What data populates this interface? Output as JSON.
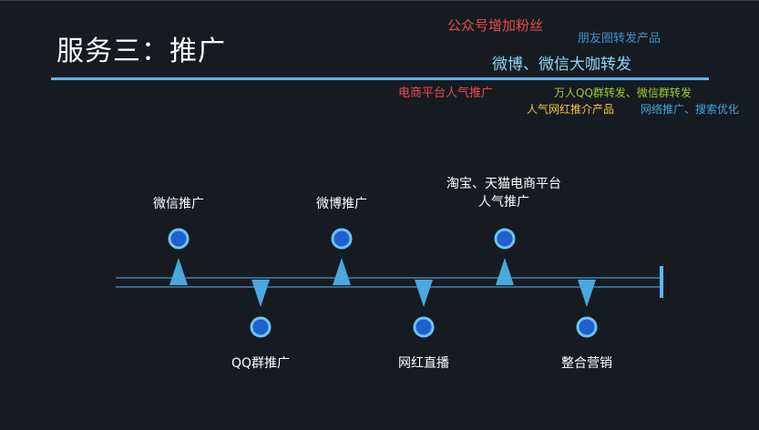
{
  "slide": {
    "title": "服务三：推广",
    "accent": "#5bb5ee",
    "keywords": [
      {
        "text": "公众号增加粉丝",
        "color": "#e84a4a"
      },
      {
        "text": "朋友圈转发产品",
        "color": "#3f8fcc"
      },
      {
        "text": "微博、微信大咖转发",
        "color": "#8ad6f0"
      },
      {
        "text": "电商平台人气推广",
        "color": "#e84a4a"
      },
      {
        "text": "万人QQ群转发、微信群转发",
        "color": "#9acd32"
      },
      {
        "text": "人气网红推介产品",
        "color": "#f5c242"
      },
      {
        "text": "网络推广、搜索优化",
        "color": "#3aa6e0"
      }
    ],
    "timeline": [
      {
        "label": "微信推广",
        "position": "above"
      },
      {
        "label": "QQ群推广",
        "position": "below"
      },
      {
        "label": "微博推广",
        "position": "above"
      },
      {
        "label": "网红直播",
        "position": "below"
      },
      {
        "label_line1": "淘宝、天猫电商平台",
        "label_line2": "人气推广",
        "position": "above"
      },
      {
        "label": "整合营销",
        "position": "below"
      }
    ]
  }
}
